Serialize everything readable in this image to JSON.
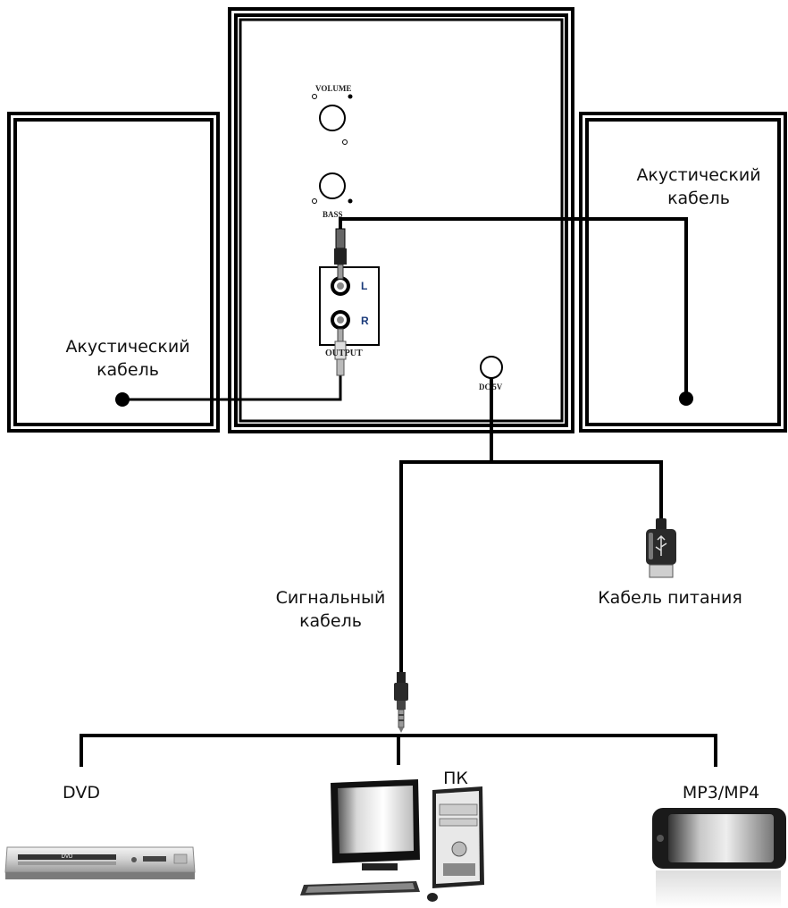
{
  "main_unit": {
    "volume_label": "VOLUME",
    "bass_label": "BASS",
    "output_label": "OUTPUT",
    "left_jack_label": "L",
    "right_jack_label": "R",
    "dc_label": "DC 5V"
  },
  "left_speaker": {
    "cable_label_line1": "Акустический",
    "cable_label_line2": "кабель"
  },
  "right_speaker": {
    "cable_label_line1": "Акустический",
    "cable_label_line2": "кабель"
  },
  "signal_cable": {
    "label_line1": "Сигнальный",
    "label_line2": "кабель"
  },
  "power_cable": {
    "label": "Кабель питания"
  },
  "sources": {
    "dvd_label": "DVD",
    "dvd_device_text": "DVD",
    "pc_label": "ПК",
    "mp3_label": "MP3/MP4"
  }
}
